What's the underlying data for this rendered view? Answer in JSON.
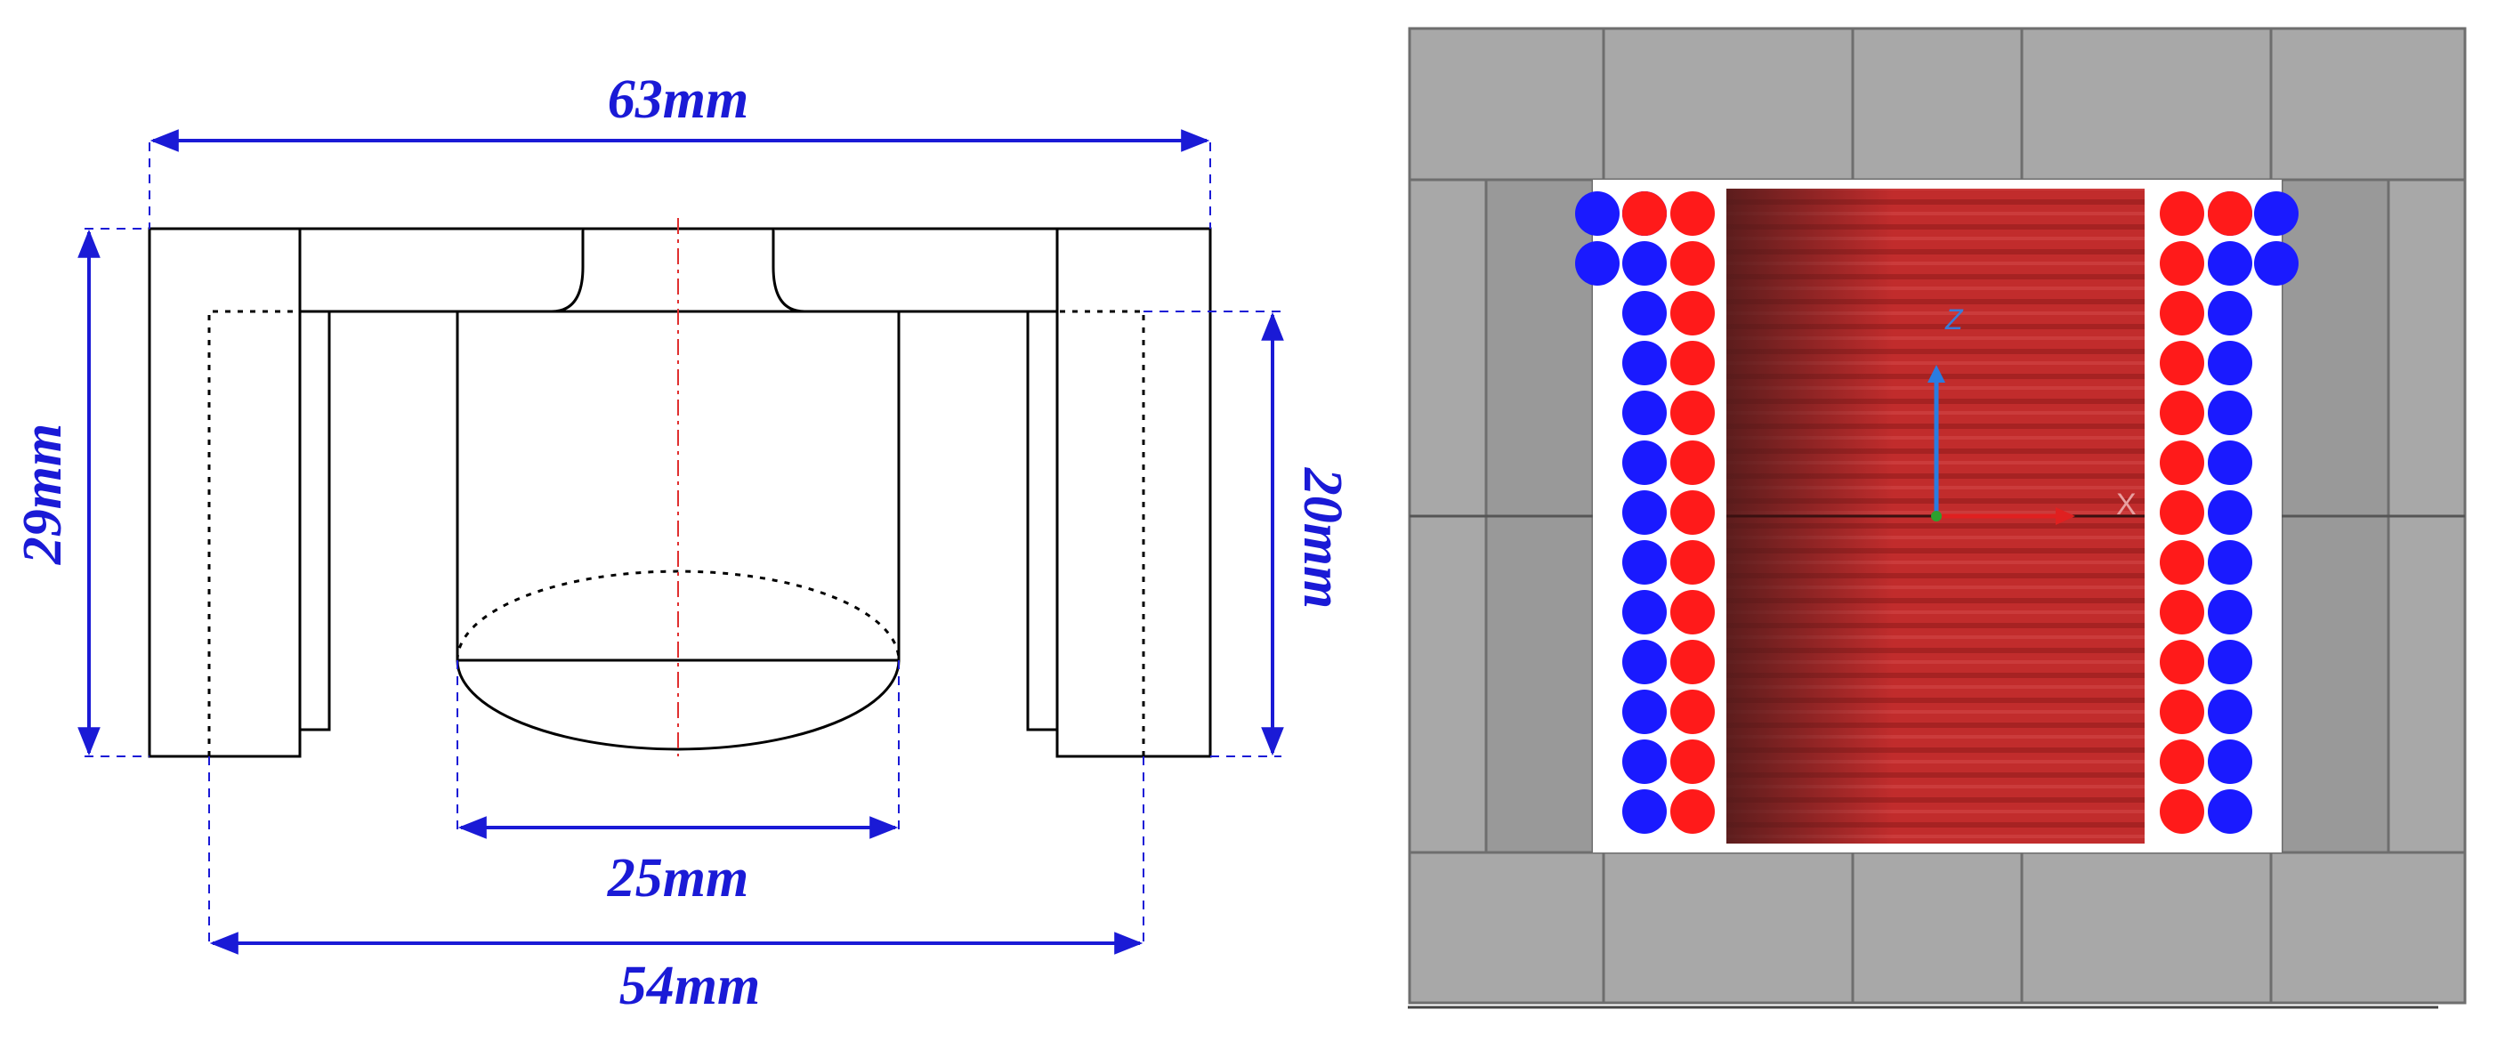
{
  "dimensions": {
    "overall_width": "63mm",
    "outer_leg_span": "54mm",
    "center_post_diameter": "25mm",
    "overall_height": "29mm",
    "window_height": "20mm"
  },
  "axis_triad": {
    "z_label": "Z",
    "x_label": "X"
  },
  "winding": {
    "layers": 2,
    "turns_per_layer": 13
  },
  "colors": {
    "dimension": "#1a1ad6",
    "outline": "#000000",
    "centerline": "#e03030",
    "core_gray": "#a8a8a8",
    "core_dark": "#8c8c8c",
    "coil_red": "#ff1a1a",
    "coil_blue": "#1a1aff",
    "bobbin_red": "#c02828"
  }
}
